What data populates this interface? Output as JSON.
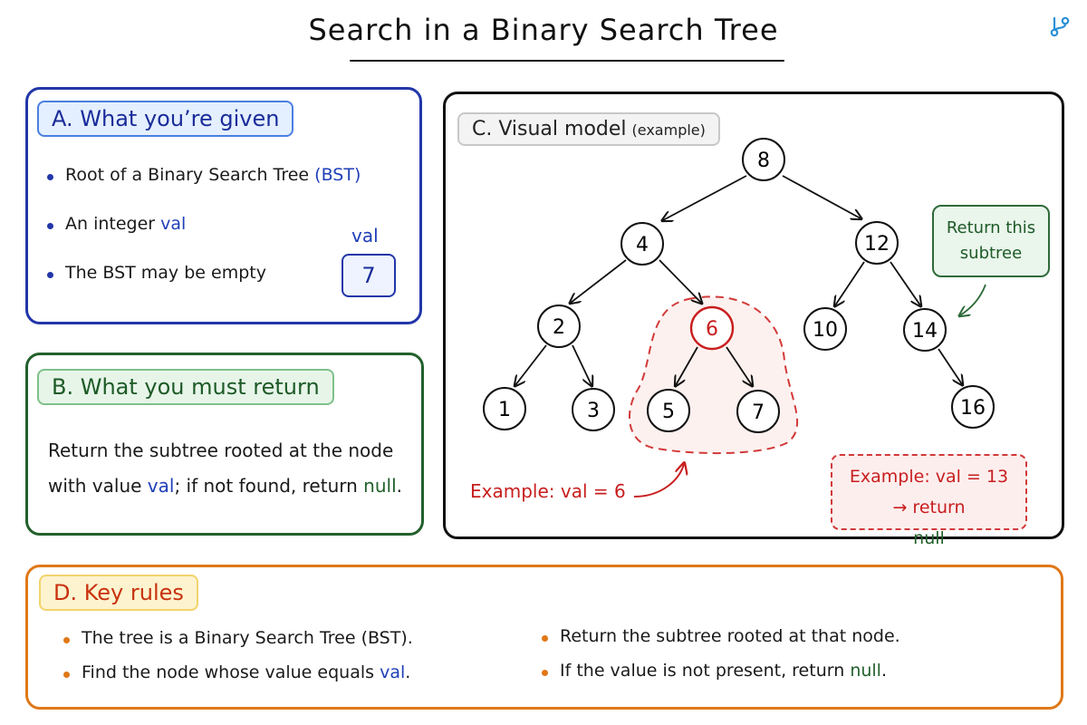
{
  "title": "Search in a Binary Search Tree",
  "icons": {
    "logo": "branch-logo-icon"
  },
  "colors": {
    "panel_a": "#2236a8",
    "panel_b": "#23602c",
    "panel_c": "#111111",
    "panel_d": "#e07818",
    "highlight_red": "#c81e1e"
  },
  "panel_a": {
    "heading": "A. What you’re given",
    "items": [
      {
        "text": "Root of a Binary Search Tree ",
        "highlight": "(BST)"
      },
      {
        "text": "An integer ",
        "highlight": "val"
      },
      {
        "text": "The BST may be empty",
        "highlight": ""
      }
    ],
    "val_label": "val",
    "val_value": "7"
  },
  "panel_b": {
    "heading": "B. What you must return",
    "line1": "Return the subtree rooted at the node",
    "line2_pre": "with value ",
    "line2_val": "val",
    "line2_mid": "; if not found, return ",
    "line2_null": "null",
    "line2_post": "."
  },
  "panel_c": {
    "heading": "C. Visual model",
    "heading_sub": "(example)",
    "tree": {
      "nodes": [
        "8",
        "4",
        "12",
        "2",
        "6",
        "10",
        "14",
        "1",
        "3",
        "5",
        "7",
        "16"
      ],
      "highlighted": "6"
    },
    "return_note": [
      "Return this",
      "subtree"
    ],
    "example_found": "Example: val = 6",
    "example_missing_line1": "Example: val = 13",
    "example_missing_line2_pre": "→ return ",
    "example_missing_line2_null": "null"
  },
  "panel_d": {
    "heading": "D. Key rules",
    "left_items": [
      {
        "text": "The tree is a Binary Search Tree (BST).",
        "highlight": ""
      },
      {
        "text": "Find the node whose value equals ",
        "highlight": "val",
        "post": "."
      }
    ],
    "right_items": [
      {
        "text": "Return the subtree rooted at that node.",
        "highlight": ""
      },
      {
        "text": "If the value is not present, return ",
        "highlight": "null",
        "post": "."
      }
    ]
  }
}
